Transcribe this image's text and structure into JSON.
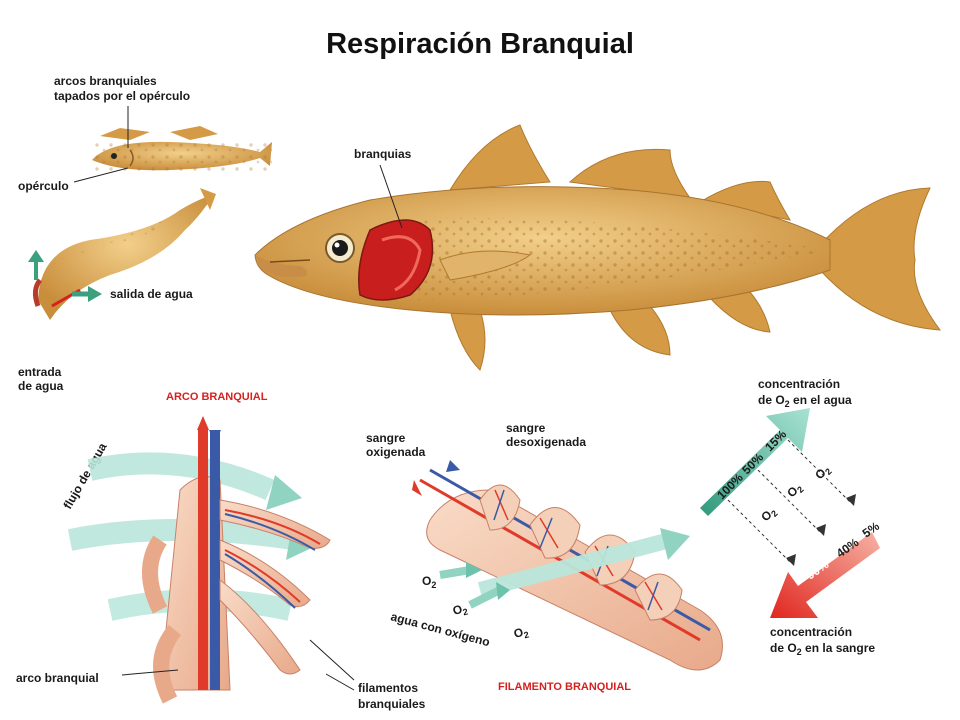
{
  "title": "Respiración Branquial",
  "labels": {
    "arcos_branquiales": [
      "arcos branquiales",
      "tapados por el opérculo"
    ],
    "operculo": "opérculo",
    "salida_agua": "salida de agua",
    "entrada_agua": [
      "entrada",
      "de agua"
    ],
    "branquias": "branquias",
    "arco_branquial_title": "ARCO BRANQUIAL",
    "flujo_agua": "flujo de agua",
    "arco_branquial": "arco branquial",
    "filamentos": [
      "filamentos",
      "branquiales"
    ],
    "sangre_oxigenada": [
      "sangre",
      "oxigenada"
    ],
    "sangre_desoxigenada": [
      "sangre",
      "desoxigenada"
    ],
    "agua_con_oxigeno": "agua con oxígeno",
    "filamento_title": "FILAMENTO BRANQUIAL",
    "o2": "O",
    "o2_sub": "2",
    "conc_agua_line1": "concentración",
    "conc_agua_line2_pre": "de O",
    "conc_agua_line2_sub": "2",
    "conc_agua_line2_post": " en el agua",
    "conc_sangre_line1": "concentración",
    "conc_sangre_line2_pre": "de O",
    "conc_sangre_line2_sub": "2",
    "conc_sangre_line2_post": " en la sangre",
    "water_pcts": [
      "100%",
      "50%",
      "15%"
    ],
    "blood_pcts": [
      "90%",
      "40%",
      "5%"
    ]
  },
  "colors": {
    "fish_body": "#d9a75c",
    "fish_fin": "#d49a45",
    "gill_red": "#d6221e",
    "water_arrow": "#8fd3c0",
    "blood_red": "#e03a2a",
    "vein_blue": "#3a5aa8",
    "filament_pink": "#f2c2a8"
  }
}
